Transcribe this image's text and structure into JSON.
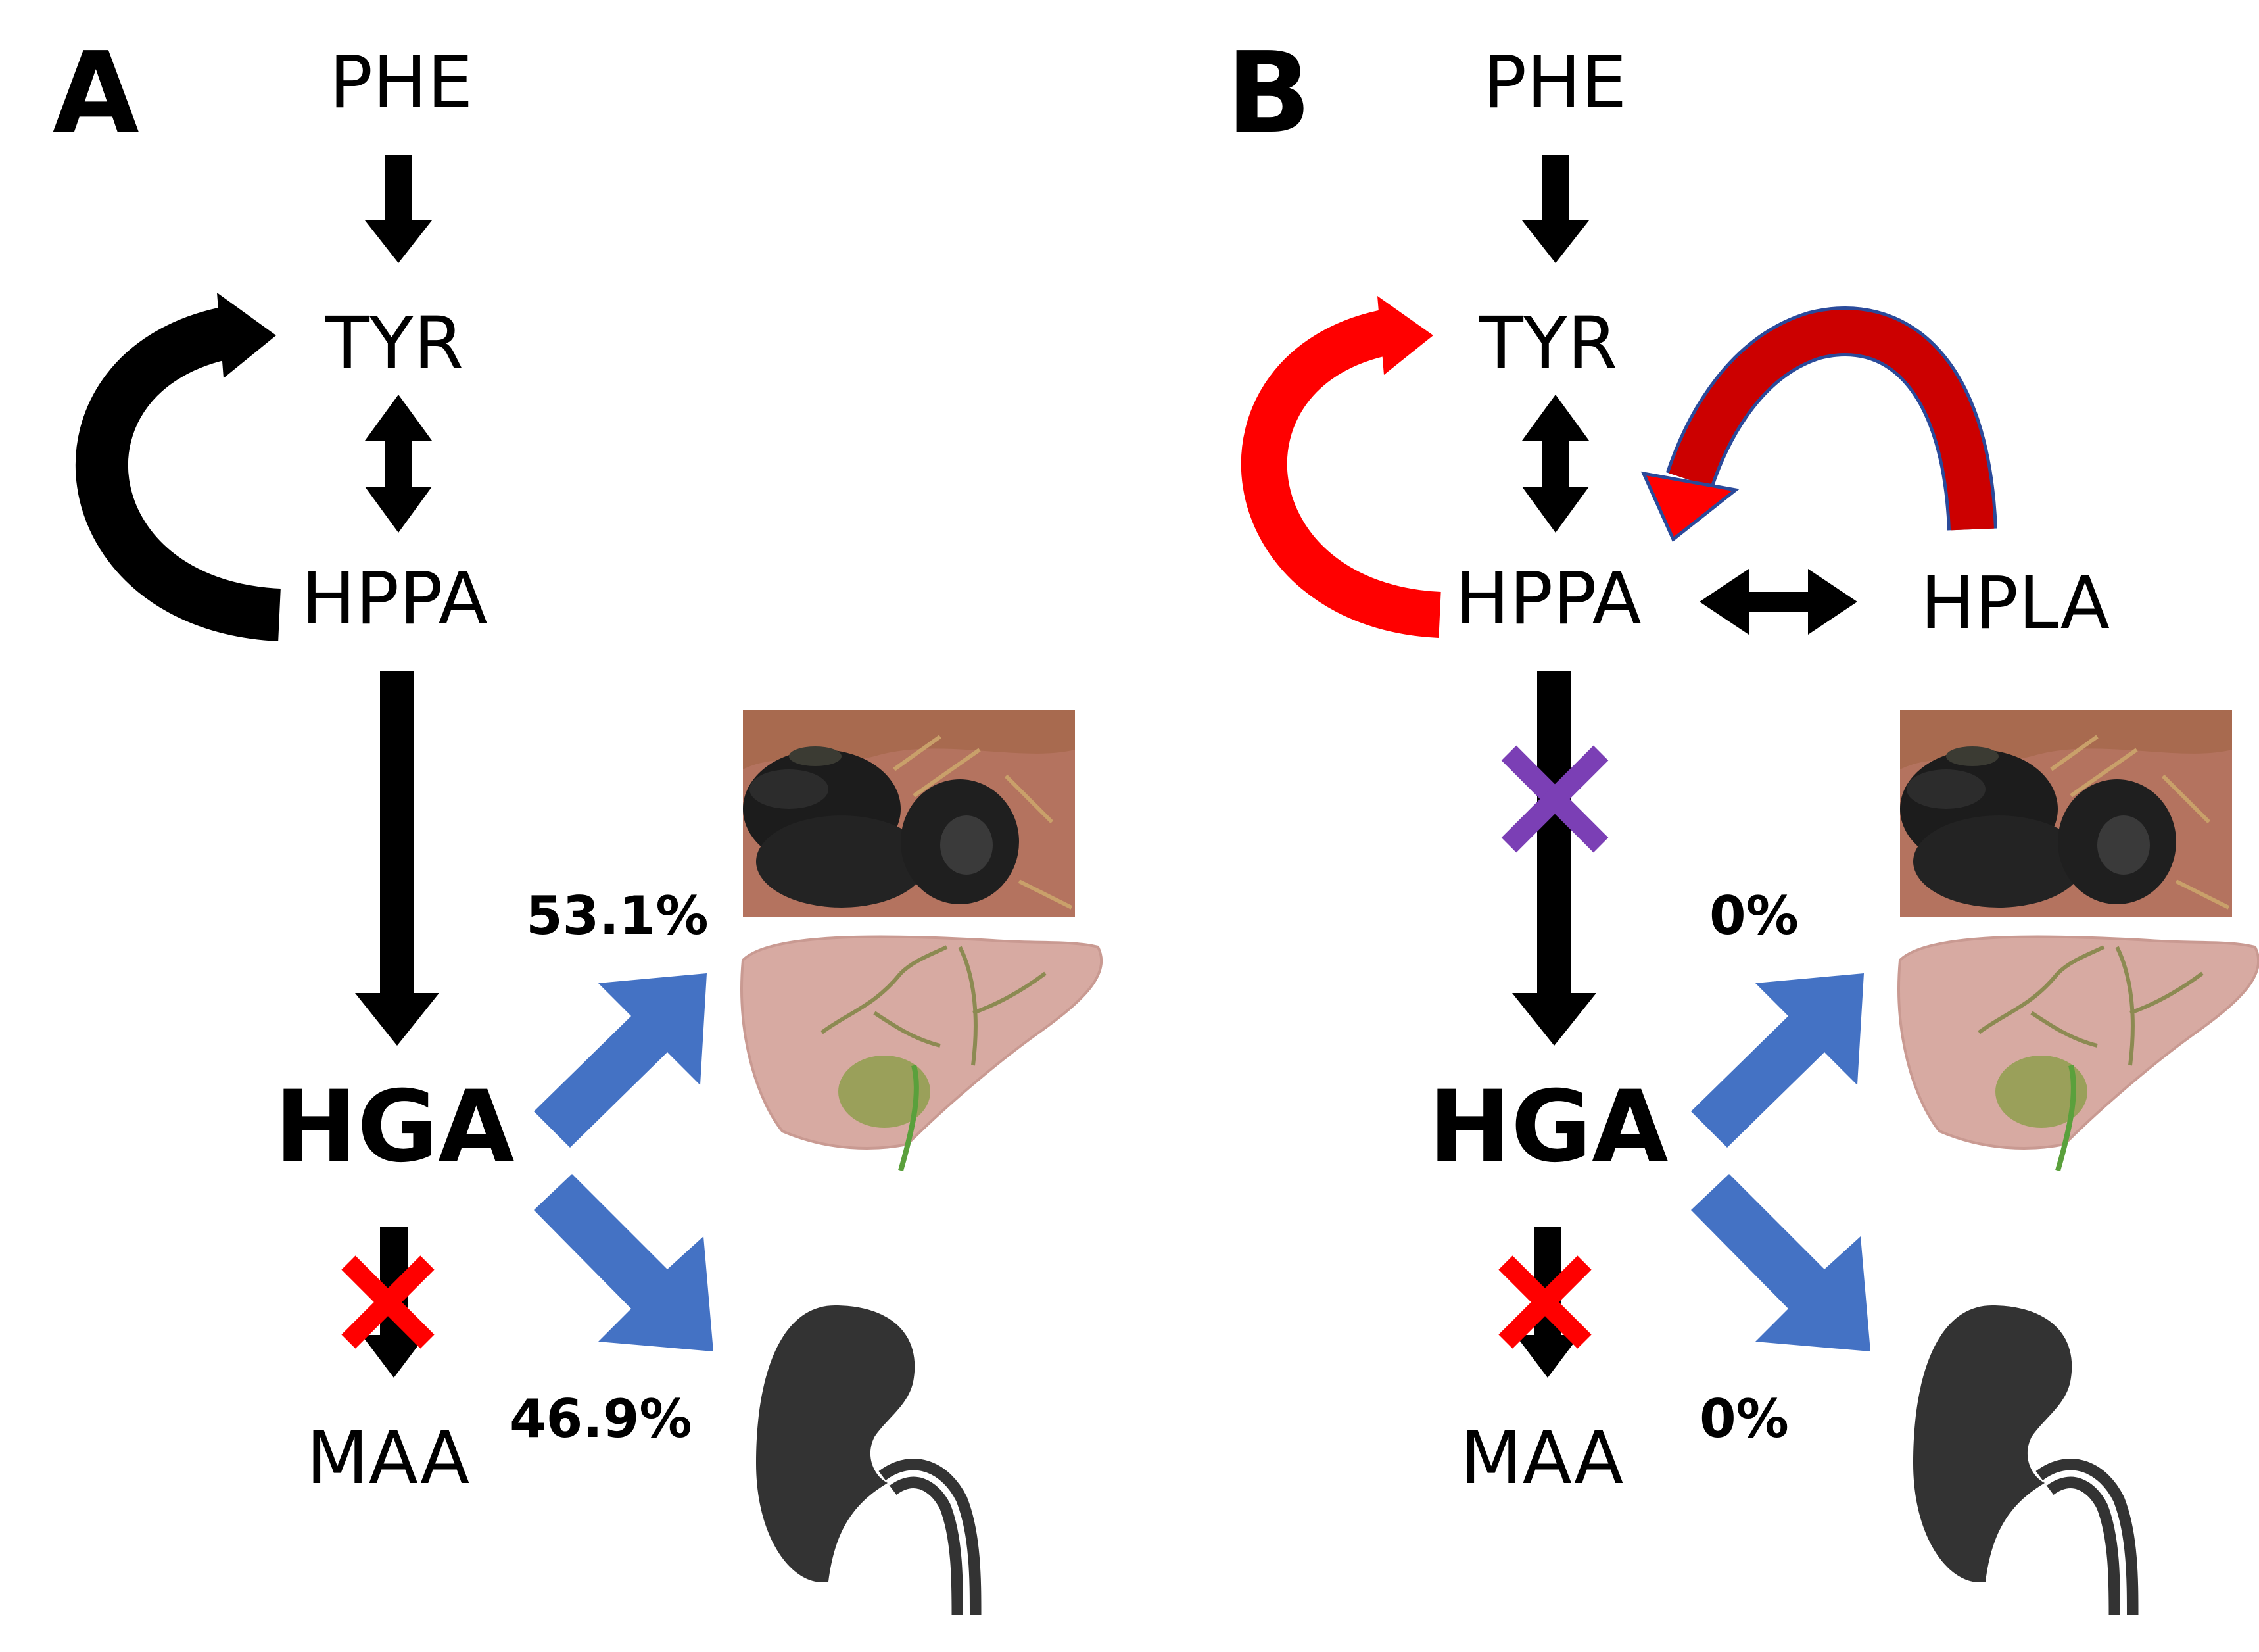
{
  "panels": [
    {
      "label": "A",
      "nodes": {
        "phe": "PHE",
        "tyr": "TYR",
        "hppa": "HPPA",
        "hga": "HGA",
        "maa": "MAA"
      },
      "liver_percent": "53.1%",
      "kidney_percent": "46.9%",
      "recycle_arrow_color": "#000000"
    },
    {
      "label": "B",
      "nodes": {
        "phe": "PHE",
        "tyr": "TYR",
        "hppa": "HPPA",
        "hpla": "HPLA",
        "hga": "HGA",
        "maa": "MAA"
      },
      "liver_percent": "0%",
      "kidney_percent": "0%",
      "recycle_arrow_color": "#ff0000",
      "hpla_arrow_color": "#cc0000",
      "block_cross_color": "#7b3fb5"
    }
  ],
  "colors": {
    "flow_arrow": "#4472c4",
    "block_cross": "#ff0000",
    "liver": "#d7aaa2",
    "gallbladder": "#9aa05a",
    "kidney": "#333333",
    "tissue_dark": "#1c1c1c",
    "tissue_background": "#b4735f"
  },
  "icons": [
    "pigmented-tissue-photo",
    "liver-icon",
    "kidney-icon"
  ]
}
